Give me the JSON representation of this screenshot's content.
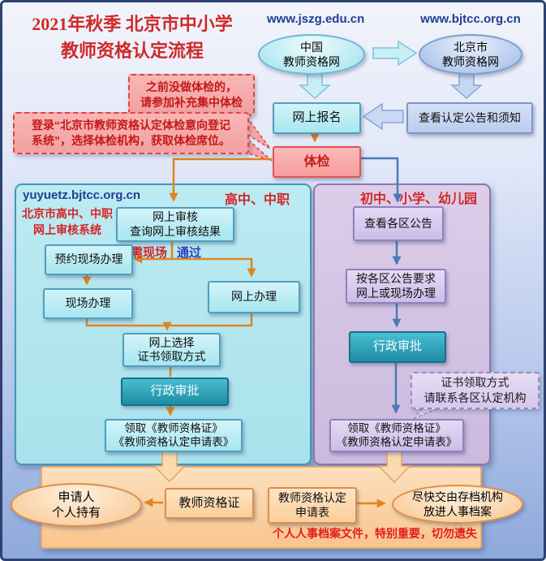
{
  "title": "2021年秋季 北京市中小学\n教师资格认定流程",
  "top": {
    "url_china": "www.jszg.edu.cn",
    "url_beijing": "www.bjtcc.org.cn",
    "ellipse_china": "中国\n教师资格网",
    "ellipse_beijing": "北京市\n教师资格网",
    "online_register": "网上报名",
    "view_notice": "查看认定公告和须知",
    "physical_exam": "体检"
  },
  "callouts": {
    "exam_supplement": "之前没做体检的，\n请参加补充集中体检",
    "exam_login": "登录“北京市教师资格认定体检意向登记\n系统”，选择体检机构，获取体检席位。",
    "cert_pickup": "证书领取方式\n请联系各区认定机构"
  },
  "left_panel": {
    "url": "yuyuetz.bjtcc.org.cn",
    "system_label": "北京市高中、中职\n网上审核系统",
    "category": "高中、中职",
    "online_review": "网上审核\n查询网上审核结果",
    "branch_onsite": "需现场",
    "branch_pass": "通过",
    "book_onsite": "预约现场办理",
    "onsite_handle": "现场办理",
    "online_handle": "网上办理",
    "choose_delivery": "网上选择\n证书领取方式",
    "admin_approval": "行政审批",
    "receive_cert": "领取《教师资格证》\n《教师资格认定申请表》"
  },
  "right_panel": {
    "category": "初中、小学、幼儿园",
    "view_district_notice": "查看各区公告",
    "follow_requirements": "按各区公告要求\n网上或现场办理",
    "admin_approval": "行政审批",
    "receive_cert": "领取《教师资格证》\n《教师资格认定申请表》"
  },
  "bottom": {
    "holder_ellipse": "申请人\n个人持有",
    "cert_box": "教师资格证",
    "form_box": "教师资格认定\n申请表",
    "archive_ellipse": "尽快交由存档机构\n放进人事档案",
    "warning": "个人人事档案文件，特别重要，切勿遗失"
  },
  "colors": {
    "title_red": "#cf2929",
    "url_blue": "#1e3e92",
    "orange_connector": "#df851e",
    "blue_connector": "#4a7ab5",
    "exam_box_red": "#c41e1e",
    "teal_approval": "#2aa2b8",
    "left_panel_bg": "#b3e6ef",
    "right_panel_bg": "#d5c5e6",
    "bottom_panel_bg": "#fbd2a0",
    "warning_red": "#e11d1d"
  }
}
